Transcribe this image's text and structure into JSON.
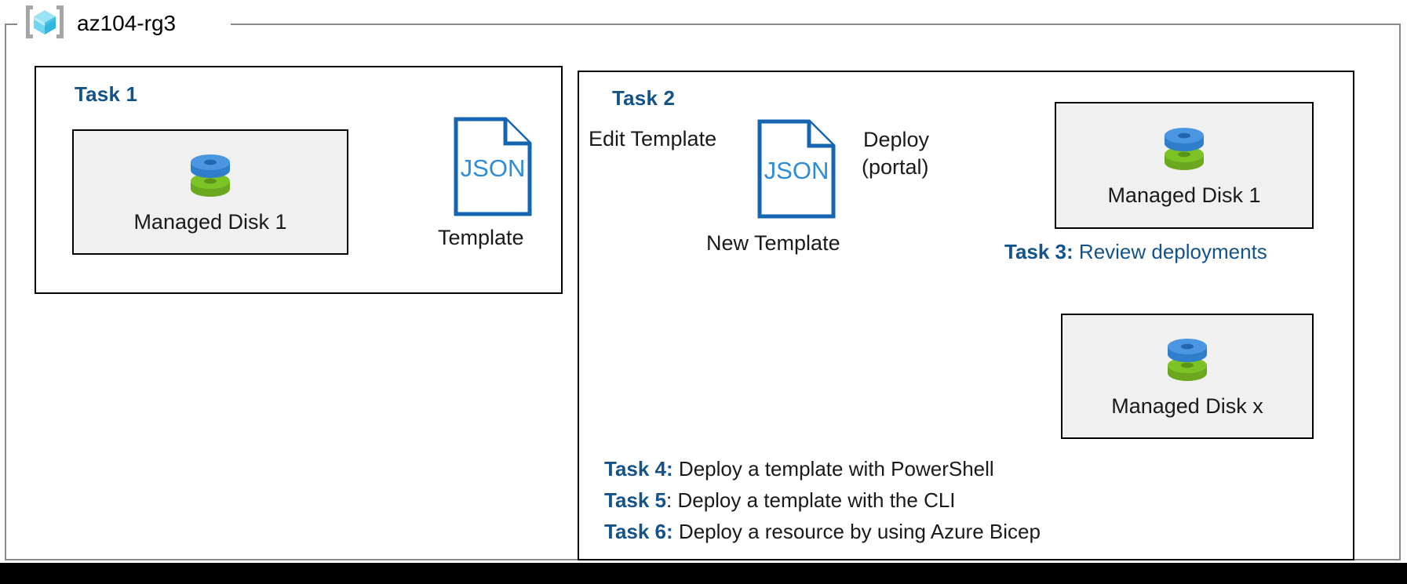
{
  "resource_group": {
    "name": "az104-rg3",
    "icon": "azure-resource-group-cube-icon"
  },
  "task1": {
    "heading": "Task 1",
    "resource": {
      "label": "Managed Disk 1",
      "icon": "managed-disk-icon"
    },
    "output": {
      "file_type": "JSON",
      "caption": "Template",
      "icon": "json-document-icon"
    }
  },
  "task2": {
    "heading": "Task 2",
    "edit_arrow_label": "Edit Template",
    "template": {
      "file_type": "JSON",
      "caption": "New Template",
      "icon": "json-document-icon"
    },
    "deploy_arrow_label_line1": "Deploy",
    "deploy_arrow_label_line2": "(portal)",
    "deployed_resource_portal": {
      "label": "Managed Disk 1",
      "icon": "managed-disk-icon"
    },
    "deployed_resource_scripted": {
      "label": "Managed Disk x",
      "icon": "managed-disk-icon"
    }
  },
  "task3": {
    "key": "Task 3:",
    "text": " Review deployments"
  },
  "notes": [
    {
      "key": "Task 4:",
      "text": " Deploy a template with PowerShell"
    },
    {
      "key": "Task 5",
      "text": ": Deploy a template with the CLI"
    },
    {
      "key": "Task 6:",
      "text": " Deploy a resource by using Azure Bicep"
    }
  ],
  "colors": {
    "accent_blue": "#14538a",
    "json_blue": "#1565b0",
    "disk_blue": "#3e8ede",
    "disk_green": "#73ba25",
    "box_fill": "#f0f0f0",
    "frame_gray": "#8a8a8a",
    "line_black": "#000000"
  }
}
